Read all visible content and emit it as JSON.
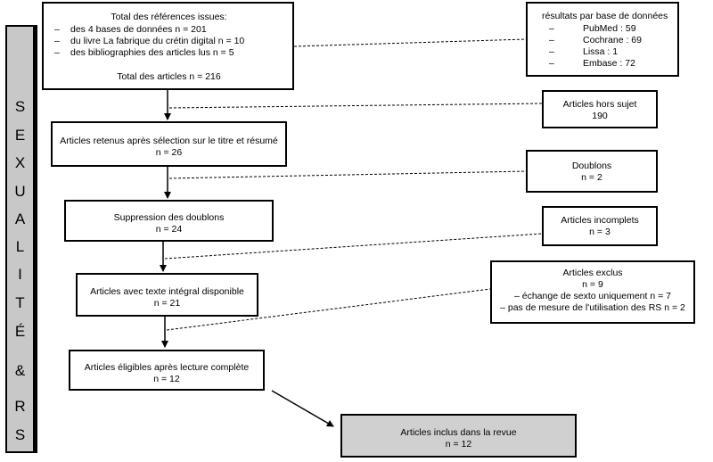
{
  "sidebar": {
    "letters": [
      "S",
      "E",
      "X",
      "U",
      "A",
      "L",
      "I",
      "T",
      "É",
      "&",
      "R",
      "S"
    ]
  },
  "identification": {
    "title": "Total des références issues:",
    "items": [
      "des 4 bases de données n = 201",
      "du livre La fabrique du crétin digital n = 10",
      "des bibliographies des articles lus n = 5"
    ],
    "total": "Total des articles n = 216"
  },
  "databases": {
    "title": "résultats par base de données",
    "items": [
      "PubMed : 59",
      "Cochrane : 69",
      "Lissa : 1",
      "Embase : 72"
    ]
  },
  "off_topic": {
    "label": "Articles hors sujet",
    "n": "190"
  },
  "retained": {
    "label": "Articles retenus après sélection sur le titre et résumé",
    "n": "n = 26"
  },
  "duplicates": {
    "label": "Doublons",
    "n": "n = 2"
  },
  "dedup": {
    "label": "Suppression des doublons",
    "n": "n = 24"
  },
  "incomplete": {
    "label": "Articles incomplets",
    "n": "n = 3"
  },
  "fulltext": {
    "label": "Articles avec texte intégral disponible",
    "n": "n = 21"
  },
  "excluded": {
    "label": "Articles exclus",
    "n": "n = 9",
    "reasons": [
      "– échange de sexto uniquement n = 7",
      "– pas de mesure de l'utilisation des RS n = 2"
    ]
  },
  "eligible": {
    "label": "Articles éligibles après lecture complète",
    "n": "n = 12"
  },
  "included": {
    "label": "Articles inclus dans la revue",
    "n": "n = 12"
  }
}
